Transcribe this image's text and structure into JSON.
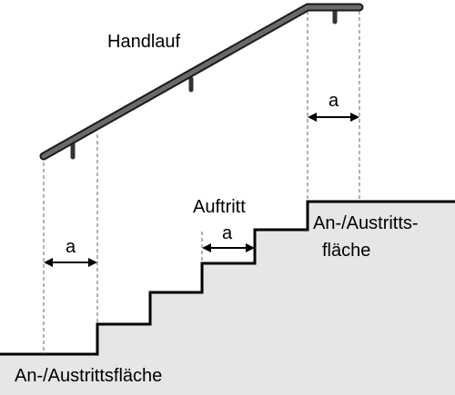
{
  "labels": {
    "handrail": "Handlauf",
    "tread": "Auftritt",
    "landing_top_line1": "An-/Austritts-",
    "landing_top_line2": "fläche",
    "landing_bottom": "An-/Austrittsfläche",
    "dimension_a": "a"
  },
  "colors": {
    "floor_fill": "#e6e6e6",
    "handrail": "#555555",
    "line": "#000000",
    "dashed": "#666666"
  }
}
